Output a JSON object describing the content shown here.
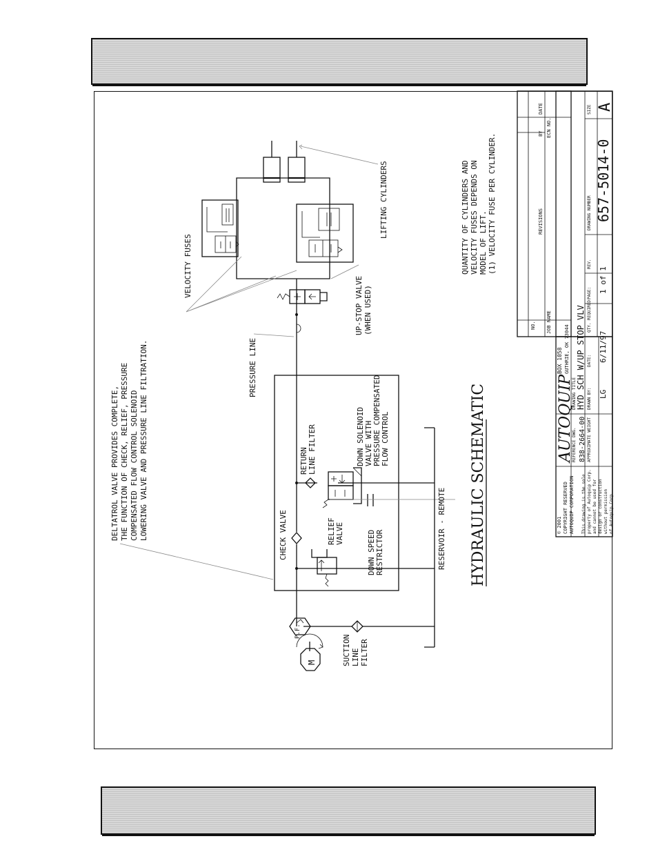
{
  "notes": {
    "deltatrol": [
      "DELTATROL VALVE PROVIDES COMPLETE,",
      "THE FUNCTION OF CHECK, RELIEF, PRESSURE",
      "COMPENSATED FLOW CONTROL SOLENOID",
      "LOWERING VALVE AND PRESSURE LINE FILTRATION."
    ],
    "quantity": [
      "QUANTITY OF CYLINDERS AND",
      "VELOCITY FUSES DEPENDS ON",
      "MODEL OF LIFT.",
      "(1) VELOCITY FUSE PER CYLINDER."
    ]
  },
  "labels": {
    "pressure_line": "PRESSURE LINE",
    "velocity_fuses": "VELOCITY FUSES",
    "lifting_cylinders": "LIFTING CYLINDERS",
    "up_stop_valve": [
      "UP-STOP VALVE",
      "(WHEN USED)"
    ],
    "check_valve": "CHECK VALVE",
    "relief_valve": [
      "RELIEF",
      "VALVE"
    ],
    "return_filter": [
      "RETURN",
      "LINE FILTER"
    ],
    "down_solenoid": [
      "DOWN SOLENOID",
      "VALVE WITH",
      "PRESSURE COMPENSATED",
      "FLOW CONTROL"
    ],
    "down_speed": [
      "DOWN SPEED",
      "RESTRICTOR"
    ],
    "reservoir": "RESERVOIR - REMOTE",
    "suction_filter": [
      "SUCTION",
      "LINE",
      "FILTER"
    ],
    "pump": "P.F.",
    "motor": "M",
    "title": "HYDRAULIC SCHEMATIC"
  },
  "title_block": {
    "revision_headers": {
      "no": "NO.",
      "revisions": "REVISIONS",
      "by": "BY",
      "date": "DATE"
    },
    "ecn_label": "ECN NO.",
    "job_name_label": "JOB NAME",
    "copyright": [
      "© 2001",
      "COPYRIGHT RESERVED",
      "AUTOQUIP CORPORATION"
    ],
    "property_note": [
      "This drawing is the sole",
      "property of Autoquip Corp.",
      "and cannot be used for",
      "design or construction",
      "without permission",
      "of Autoquip Corp."
    ],
    "company": "AUTOQUIP",
    "address": [
      "BOX 1058",
      "GUTHRIE, OK 73044"
    ],
    "reference_dwg_label": "REFERENCE DWG.",
    "reference_dwg": "838-2664-00",
    "approximate_weight_label": "APPROXIMATE WEIGHT",
    "drawing_title_label": "DRAWING TITLE",
    "drawing_title": "HYD SCH W/UP STOP VLV",
    "drawn_by_label": "DRAWN BY:",
    "drawn_by": "LG",
    "date_label": "DATE:",
    "date": "6/11/97",
    "qty_required_label": "QTY. REQUIRED:",
    "page_label": "PAGE:",
    "page": "1 of 1",
    "rev_label": "REV.",
    "drawing_number_label": "DRAWING NUMBER",
    "drawing_number": "657-5014-0",
    "size_label": "SIZE",
    "size": "A"
  },
  "icons": [
    "motor-icon",
    "pump-icon",
    "filter-icon",
    "check-valve-icon",
    "solenoid-valve-icon",
    "cylinder-icon",
    "spring-icon"
  ]
}
